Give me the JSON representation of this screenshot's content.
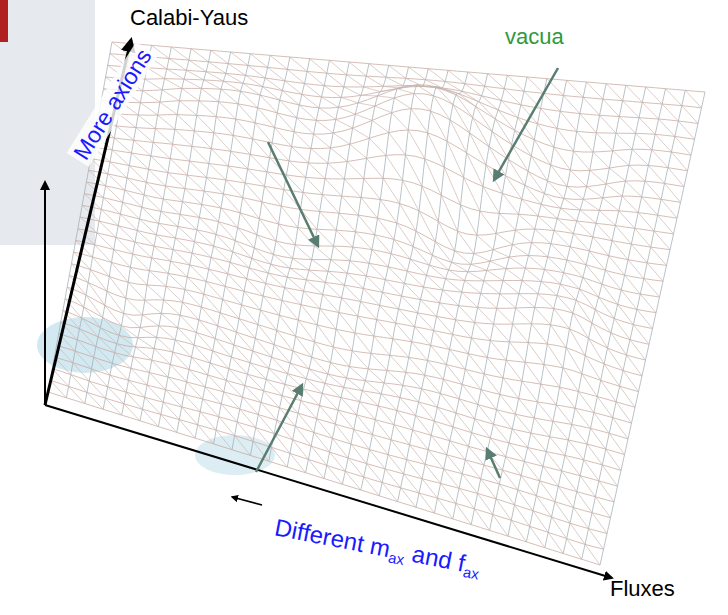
{
  "diagram": {
    "labels": [
      "Calabi-Yaus",
      "vacua",
      "More axions",
      "Different m",
      "ax",
      "and f",
      "ax",
      "Fluxes"
    ]
  }
}
